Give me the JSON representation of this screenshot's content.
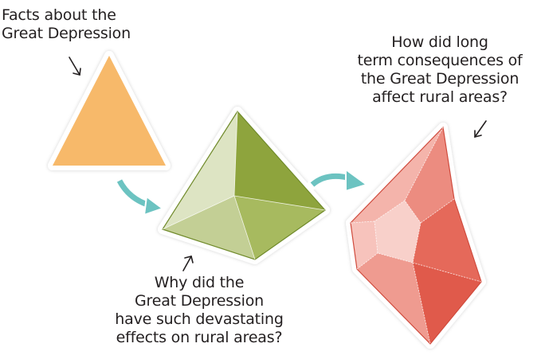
{
  "labels": {
    "facts": "Facts about the\nGreat Depression",
    "why": "Why did the\nGreat Depression\nhave such devastating\neffects on rural areas?",
    "how": "How did long\nterm consequences of\nthe Great Depression\naffect rural areas?"
  },
  "colors": {
    "triangle": "#f7b96b",
    "pyramid_light": "#d5dcb5",
    "pyramid_mid": "#a7ba5f",
    "pyramid_dark": "#8ea43c",
    "pyramid_edge": "#6f8a2a",
    "gem_light": "#f6c9c3",
    "gem_mid": "#ef9a8e",
    "gem_dark": "#e56a5a",
    "gem_edge": "#d04b3d",
    "arrow": "#6cc3c1",
    "text": "#231f20"
  },
  "icons": [
    "pointer-arrow",
    "flow-arrow"
  ]
}
